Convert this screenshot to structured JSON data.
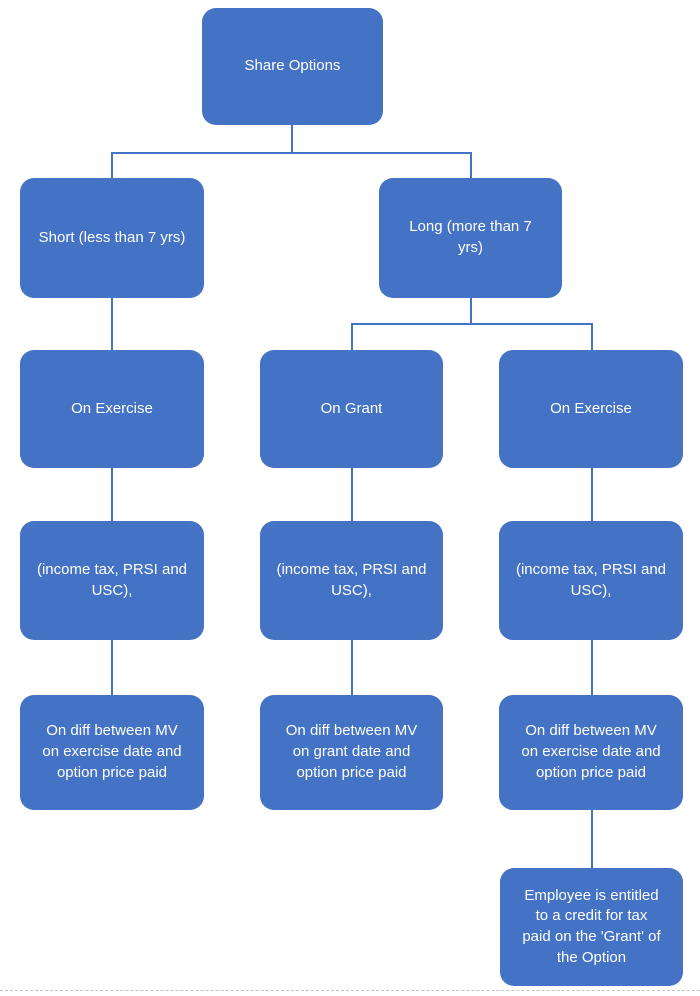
{
  "diagram": {
    "type": "flowchart",
    "colors": {
      "node_fill": "#4472C4",
      "node_text": "#FFFFFF",
      "connector": "#4472C4"
    },
    "nodes": {
      "root": {
        "label": "Share Options"
      },
      "short": {
        "label": "Short (less than 7 yrs)"
      },
      "long": {
        "label": "Long (more than 7\nyrs)"
      },
      "short_exercise": {
        "label": "On Exercise"
      },
      "long_grant": {
        "label": "On Grant"
      },
      "long_exercise": {
        "label": "On Exercise"
      },
      "short_tax": {
        "label": "(income tax, PRSI and\nUSC),"
      },
      "grant_tax": {
        "label": "(income tax, PRSI and\nUSC),"
      },
      "exercise_tax": {
        "label": "(income tax, PRSI and\nUSC),"
      },
      "short_diff": {
        "label": "On diff between MV\non exercise date and\noption price paid"
      },
      "grant_diff": {
        "label": "On diff between MV\non grant date and\noption price paid"
      },
      "exercise_diff": {
        "label": "On diff between MV\non exercise date and\noption price paid"
      },
      "grant_credit": {
        "label": "Employee is entitled\nto a credit for tax\npaid on the 'Grant' of\nthe Option"
      }
    },
    "edges": [
      "root->short",
      "root->long",
      "short->short_exercise",
      "long->long_grant",
      "long->long_exercise",
      "short_exercise->short_tax",
      "short_tax->short_diff",
      "long_grant->grant_tax",
      "grant_tax->grant_diff",
      "long_exercise->exercise_tax",
      "exercise_tax->exercise_diff",
      "exercise_diff->grant_credit"
    ]
  }
}
